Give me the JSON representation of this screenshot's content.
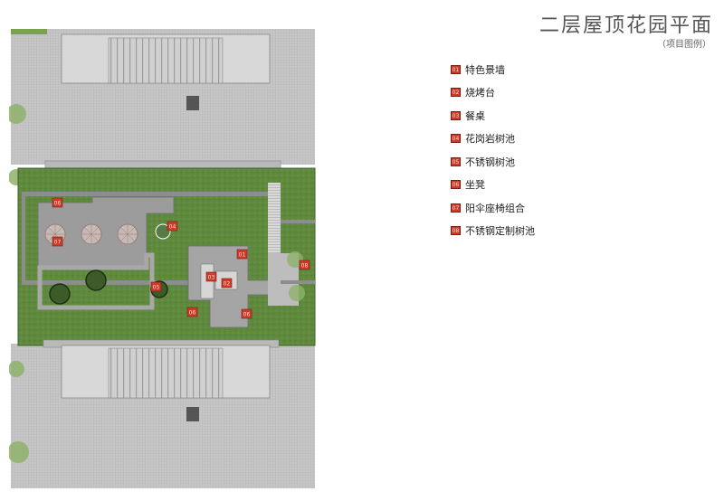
{
  "title": "二层屋顶花园平面",
  "subtitle": "（项目图例）",
  "legend": [
    {
      "num": "01",
      "label": "特色景墙"
    },
    {
      "num": "02",
      "label": "烧烤台"
    },
    {
      "num": "03",
      "label": "餐桌"
    },
    {
      "num": "04",
      "label": "花岗岩树池"
    },
    {
      "num": "05",
      "label": "不锈钢树池"
    },
    {
      "num": "06",
      "label": "坐凳"
    },
    {
      "num": "07",
      "label": "阳伞座椅组合"
    },
    {
      "num": "08",
      "label": "不锈钢定制树池"
    }
  ],
  "markers": {
    "m06a": "06",
    "m07": "07",
    "m04": "04",
    "m01": "01",
    "m03": "03",
    "m02": "02",
    "m08": "08",
    "m05": "05",
    "m06b": "06",
    "m06c": "06"
  },
  "colors": {
    "badge": "#cc3b2a",
    "lawn": "#5f8a3e",
    "paving": "#9a9a9a",
    "roof": "#c4c4c4"
  }
}
